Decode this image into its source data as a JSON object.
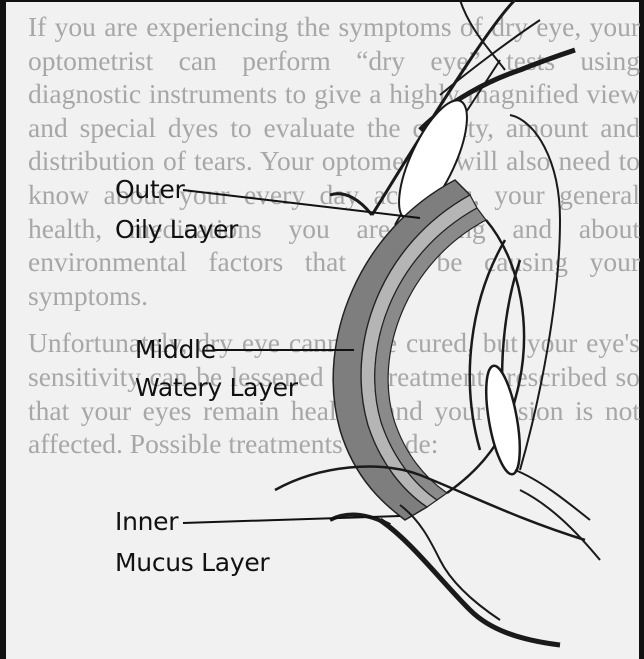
{
  "background_text": [
    "If you are experiencing the symptoms of dry eye, your optometrist can perform “dry eye” tests using diagnostic instruments to give a highly magnified view and special dyes to evaluate the quality, amount and distribution of tears. Your optometrist will also need to know about your every day activities, your general health, medications you are taking and about environmental factors that may be causing your symptoms.",
    "Unfortunately, dry eye cannot be cured, but your eye's sensitivity can be lessened and treatment prescribed so that your eyes remain healthy and your vision is not affected.  Possible treatments include:"
  ],
  "labels": {
    "outer": {
      "line1": "Outer",
      "line2": "Oily Layer"
    },
    "middle": {
      "line1": "Middle",
      "line2": "Watery Layer"
    },
    "inner": {
      "line1": "Inner",
      "line2": "Mucus Layer"
    }
  },
  "colors": {
    "outer_layer": "#7e7e7e",
    "middle_layer": "#b5b5b5",
    "inner_layer": "#8a8a8a",
    "line_art": "#1a1a1a"
  }
}
